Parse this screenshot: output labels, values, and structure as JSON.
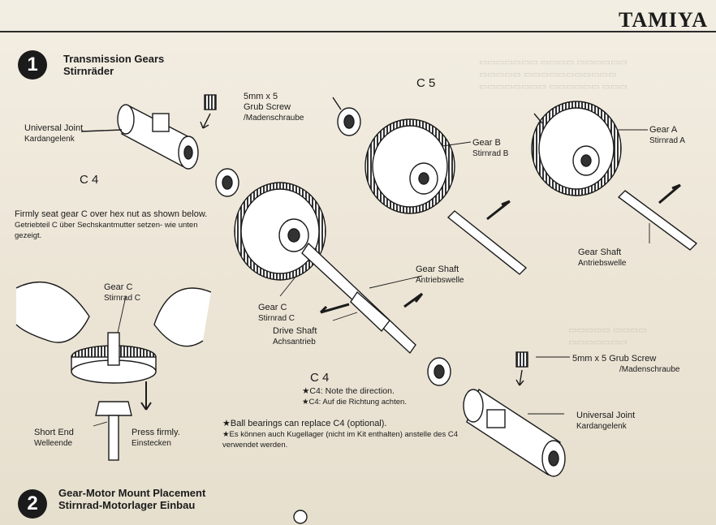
{
  "brand": "TAMIYA",
  "step1": {
    "number": "1",
    "title_en": "Transmission Gears",
    "title_de": "Stirnräder"
  },
  "step2": {
    "number": "2",
    "title_en": "Gear-Motor Mount Placement",
    "title_de": "Stirnrad-Motorlager Einbau"
  },
  "labels": {
    "universal_joint_top": {
      "en": "Universal Joint",
      "de": "Kardangelenk"
    },
    "grub_screw_top": {
      "l1": "5mm x 5",
      "l2": "Grub Screw",
      "de": "/Madenschraube"
    },
    "c4_top": "C 4",
    "c5": "C 5",
    "gear_b": {
      "en": "Gear B",
      "de": "Stirnrad B"
    },
    "gear_a": {
      "en": "Gear A",
      "de": "Stirnrad A"
    },
    "gear_shaft_right": {
      "en": "Gear Shaft",
      "de": "Antriebswelle"
    },
    "gear_shaft_mid": {
      "en": "Gear Shaft",
      "de": "Antriebswelle"
    },
    "gear_c_main": {
      "en": "Gear C",
      "de": "Stirnrad C"
    },
    "drive_shaft": {
      "en": "Drive Shaft",
      "de": "Achsantrieb"
    },
    "c4_bottom": "C 4",
    "c4_note_en": "★C4: Note the direction.",
    "c4_note_de": "★C4: Auf die Richtung achten.",
    "grub_screw_bottom": {
      "en": "5mm x 5 Grub Screw",
      "de": "/Madenschraube"
    },
    "universal_joint_bottom": {
      "en": "Universal Joint",
      "de": "Kardangelenk"
    },
    "seat_note_en": "Firmly seat gear C over hex nut as shown below.",
    "seat_note_de": "Getriebteil C über Sechskantmutter setzen- wie unten gezeigt.",
    "gear_c_inset": {
      "en": "Gear C",
      "de": "Stirnrad C"
    },
    "short_end": {
      "en": "Short End",
      "de": "Welleende"
    },
    "press_firmly": {
      "en": "Press firmly.",
      "de": "Einstecken"
    },
    "bearing_note_en": "★Ball bearings can replace C4 (optional).",
    "bearing_note_de": "★Es können auch Kugellager (nicht im Kit enthalten) anstelle des C4 verwendet werden."
  }
}
